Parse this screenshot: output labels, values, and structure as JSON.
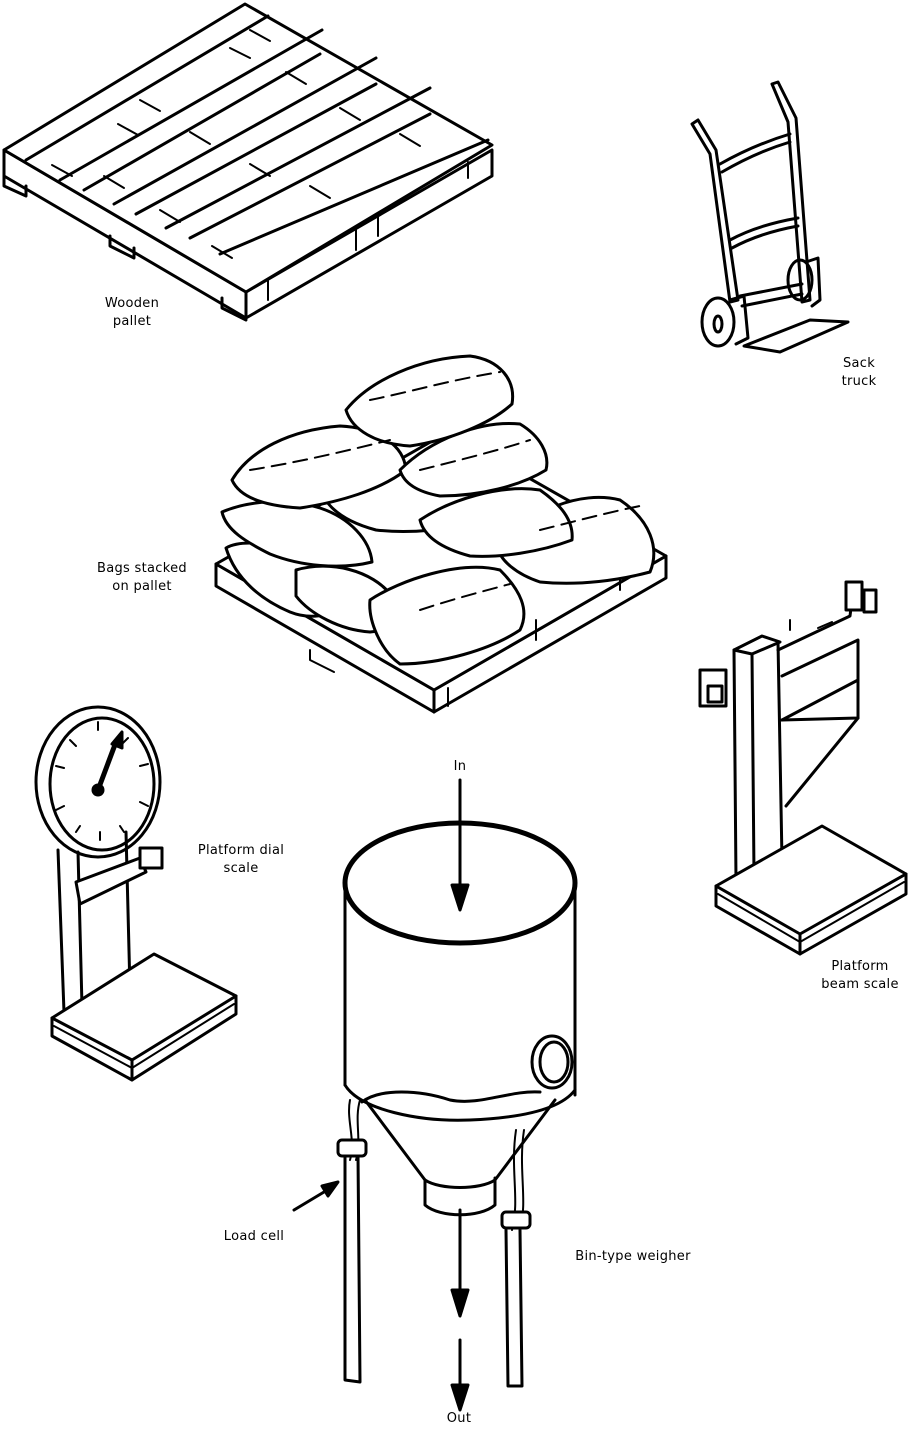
{
  "figure": {
    "items": [
      {
        "id": "wooden-pallet",
        "label": "Wooden\npallet"
      },
      {
        "id": "sack-truck",
        "label": "Sack\ntruck"
      },
      {
        "id": "bags-on-pallet",
        "label": "Bags stacked\non pallet"
      },
      {
        "id": "platform-dial-scale",
        "label": "Platform dial\nscale"
      },
      {
        "id": "platform-beam-scale",
        "label": "Platform\nbeam scale"
      },
      {
        "id": "bin-type-weigher",
        "label": "Bin-type weigher"
      }
    ],
    "annotations": {
      "in": "In",
      "out": "Out",
      "load_cell": "Load cell"
    }
  }
}
